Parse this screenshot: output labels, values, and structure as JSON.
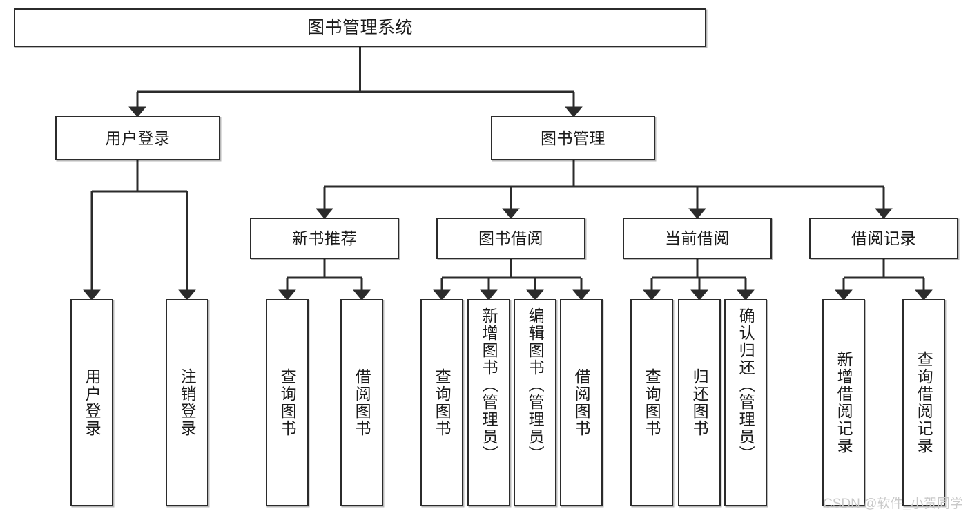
{
  "diagram": {
    "title": "图书管理系统",
    "watermark": "CSDN @软件_小贺同学",
    "line_color": "#2b2b2b",
    "box_border_color": "#2b2b2b",
    "box_fill_color": "#ffffff",
    "text_color": "#1b1b1b",
    "watermark_color": "#c9c9c9"
  },
  "nodes": {
    "root": {
      "label": "图书管理系统"
    },
    "level1": [
      {
        "id": "user-login",
        "label": "用户登录"
      },
      {
        "id": "book-management",
        "label": "图书管理"
      }
    ],
    "level2": [
      {
        "id": "new-book-recommend",
        "label": "新书推荐"
      },
      {
        "id": "book-borrow",
        "label": "图书借阅"
      },
      {
        "id": "current-borrow",
        "label": "当前借阅"
      },
      {
        "id": "borrow-record",
        "label": "借阅记录"
      }
    ],
    "level3": {
      "user_login": [
        {
          "id": "leaf-user-login",
          "label": "用户登录"
        },
        {
          "id": "leaf-logout-login",
          "label": "注销登录"
        }
      ],
      "new_book_recommend": [
        {
          "id": "leaf-query-book-1",
          "label": "查询图书"
        },
        {
          "id": "leaf-borrow-book-1",
          "label": "借阅图书"
        }
      ],
      "book_borrow": [
        {
          "id": "leaf-query-book-2",
          "label": "查询图书"
        },
        {
          "id": "leaf-add-book",
          "label": "新增图书（管理员）"
        },
        {
          "id": "leaf-edit-book",
          "label": "编辑图书（管理员）"
        },
        {
          "id": "leaf-borrow-book-2",
          "label": "借阅图书"
        }
      ],
      "current_borrow": [
        {
          "id": "leaf-query-book-3",
          "label": "查询图书"
        },
        {
          "id": "leaf-return-book",
          "label": "归还图书"
        },
        {
          "id": "leaf-confirm-return",
          "label": "确认归还（管理员）"
        }
      ],
      "borrow_record": [
        {
          "id": "leaf-add-borrow-record",
          "label": "新增借阅记录"
        },
        {
          "id": "leaf-query-borrow-record",
          "label": "查询借阅记录"
        }
      ]
    }
  }
}
